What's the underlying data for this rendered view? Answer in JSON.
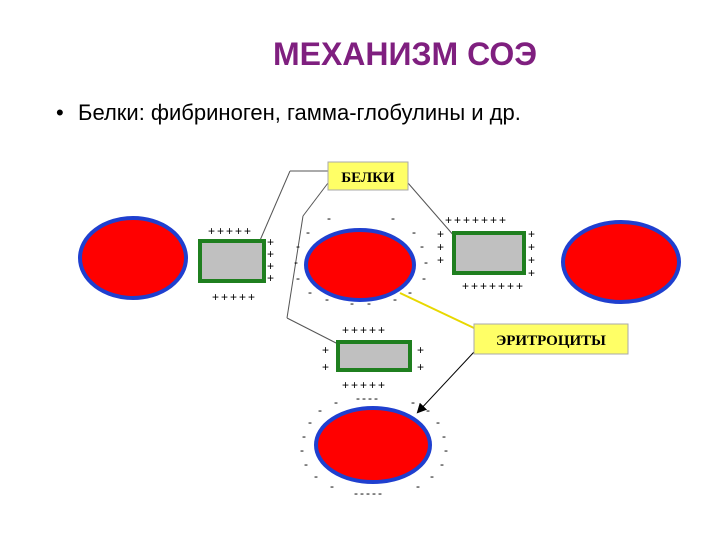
{
  "title": "МЕХАНИЗМ СОЭ",
  "bullet": "Белки: фибриноген, гамма-глобулины и др.",
  "diagram": {
    "label_proteins": "БЕЛКИ",
    "label_erythrocytes": "ЭРИТРОЦИТЫ",
    "plus_row_5": "+++++",
    "plus_row_7": "+++++++",
    "minus_row_4": "----",
    "minus_row_5": "-----",
    "colors": {
      "erythrocyte_fill": "#ff0000",
      "erythrocyte_border": "#1f3fcf",
      "protein_fill": "#c0c0c0",
      "protein_border": "#1f7f1f",
      "callout_fill": "#ffff66",
      "title_color": "#7f1f7f"
    }
  }
}
